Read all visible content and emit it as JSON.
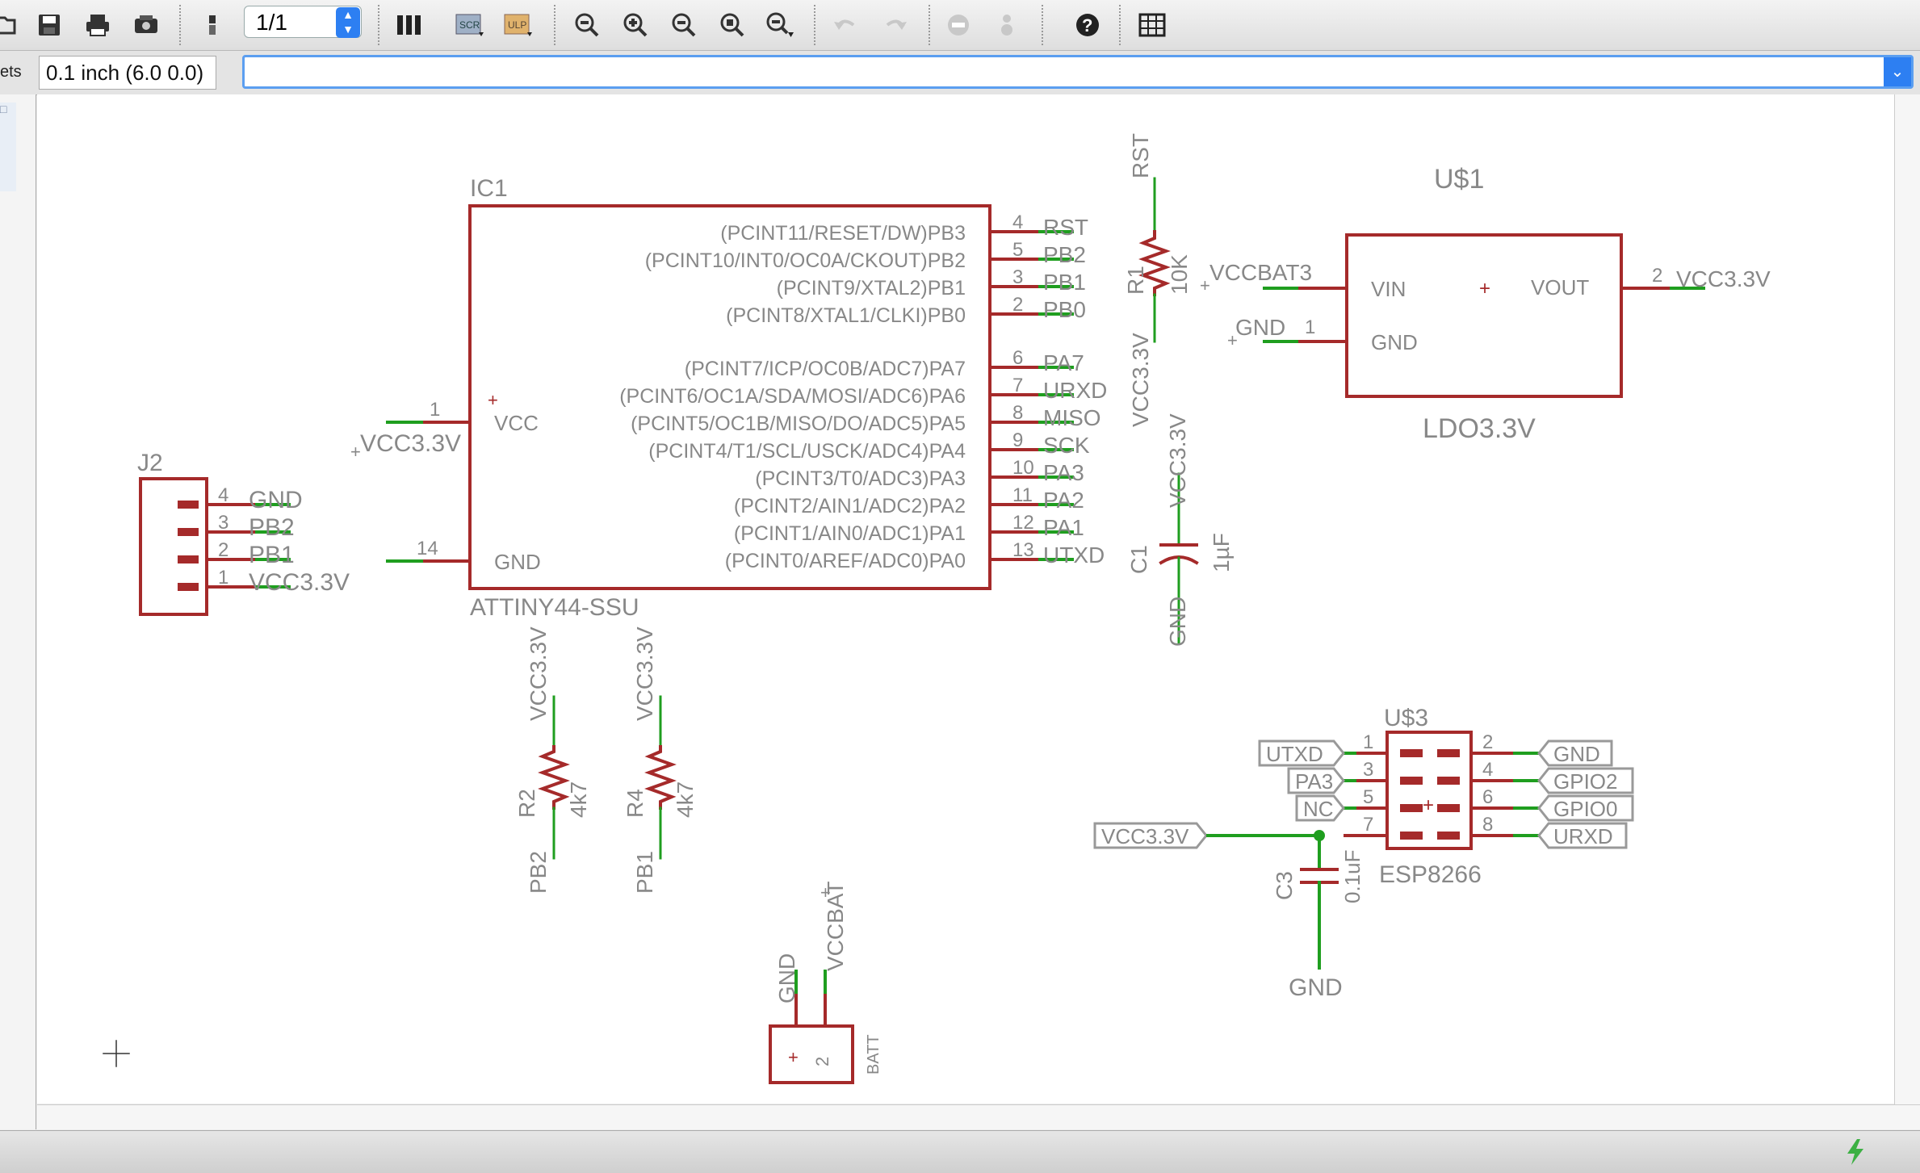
{
  "toolbar": {
    "sheet_value": "1/1",
    "icons": [
      "save-icon",
      "print-icon",
      "cam-icon",
      "zoom-fit-icon",
      "zoom-in-icon",
      "zoom-out-icon",
      "zoom-select-icon",
      "undo-icon",
      "redo-icon",
      "stop-icon",
      "help-icon",
      "grid-icon"
    ]
  },
  "command_bar": {
    "sheets_tab": "ets",
    "grid_info": "0.1 inch (6.0 0.0)",
    "command_value": ""
  },
  "schematic": {
    "ic1": {
      "ref": "IC1",
      "value": "ATTINY44-SSU",
      "vcc_pin_name": "VCC",
      "gnd_pin_name": "GND",
      "vcc_pin_num": "1",
      "gnd_pin_num": "14",
      "vcc_net": "VCC3.3V",
      "pins": [
        {
          "name": "(PCINT11/RESET/DW)PB3",
          "num": "4",
          "net": "RST"
        },
        {
          "name": "(PCINT10/INT0/OC0A/CKOUT)PB2",
          "num": "5",
          "net": "PB2"
        },
        {
          "name": "(PCINT9/XTAL2)PB1",
          "num": "3",
          "net": "PB1"
        },
        {
          "name": "(PCINT8/XTAL1/CLKI)PB0",
          "num": "2",
          "net": "PB0"
        },
        {
          "name": "(PCINT7/ICP/OC0B/ADC7)PA7",
          "num": "6",
          "net": "PA7"
        },
        {
          "name": "(PCINT6/OC1A/SDA/MOSI/ADC6)PA6",
          "num": "7",
          "net": "URXD"
        },
        {
          "name": "(PCINT5/OC1B/MISO/DO/ADC5)PA5",
          "num": "8",
          "net": "MISO"
        },
        {
          "name": "(PCINT4/T1/SCL/USCK/ADC4)PA4",
          "num": "9",
          "net": "SCK"
        },
        {
          "name": "(PCINT3/T0/ADC3)PA3",
          "num": "10",
          "net": "PA3"
        },
        {
          "name": "(PCINT2/AIN1/ADC2)PA2",
          "num": "11",
          "net": "PA2"
        },
        {
          "name": "(PCINT1/AIN0/ADC1)PA1",
          "num": "12",
          "net": "PA1"
        },
        {
          "name": "(PCINT0/AREF/ADC0)PA0",
          "num": "13",
          "net": "UTXD"
        }
      ]
    },
    "j2": {
      "ref": "J2",
      "pins": [
        {
          "num": "4",
          "net": "GND"
        },
        {
          "num": "3",
          "net": "PB2"
        },
        {
          "num": "2",
          "net": "PB1"
        },
        {
          "num": "1",
          "net": "VCC3.3V"
        }
      ]
    },
    "r1": {
      "ref": "R1",
      "value": "10K",
      "top_net": "RST",
      "bottom_net": "VCC3.3V"
    },
    "c1": {
      "ref": "C1",
      "value": "1µF",
      "top_net": "VCC3.3V",
      "bottom_net": "GND"
    },
    "r2": {
      "ref": "R2",
      "value": "4k7",
      "top_net": "VCC3.3V",
      "bottom_net": "PB2"
    },
    "r4": {
      "ref": "R4",
      "value": "4k7",
      "top_net": "VCC3.3V",
      "bottom_net": "PB1"
    },
    "u1": {
      "ref": "U$1",
      "value": "LDO3.3V",
      "vin": "VIN",
      "vout": "VOUT",
      "gnd": "GND",
      "vin_net": "VCCBAT3",
      "gnd_net": "GND",
      "gnd_num": "1",
      "vout_num": "2",
      "vout_net": "VCC3.3V"
    },
    "batt": {
      "pin_num": "2",
      "value": "BATT",
      "gnd_net": "GND",
      "vcc_net": "VCCBAT"
    },
    "u3": {
      "ref": "U$3",
      "value": "ESP8266",
      "left": [
        {
          "num": "1",
          "tag": "UTXD"
        },
        {
          "num": "3",
          "tag": "PA3"
        },
        {
          "num": "5",
          "tag": "NC"
        },
        {
          "num": "7",
          "tag": "VCC3.3V"
        }
      ],
      "right": [
        {
          "num": "2",
          "tag": "GND"
        },
        {
          "num": "4",
          "tag": "GPIO2"
        },
        {
          "num": "6",
          "tag": "GPIO0"
        },
        {
          "num": "8",
          "tag": "URXD"
        }
      ]
    },
    "c3": {
      "ref": "C3",
      "value": "0.1uF",
      "bottom_net": "GND"
    }
  },
  "colors": {
    "symbol": "#a52a2a",
    "net": "#1f9e1f",
    "label": "#888888"
  }
}
